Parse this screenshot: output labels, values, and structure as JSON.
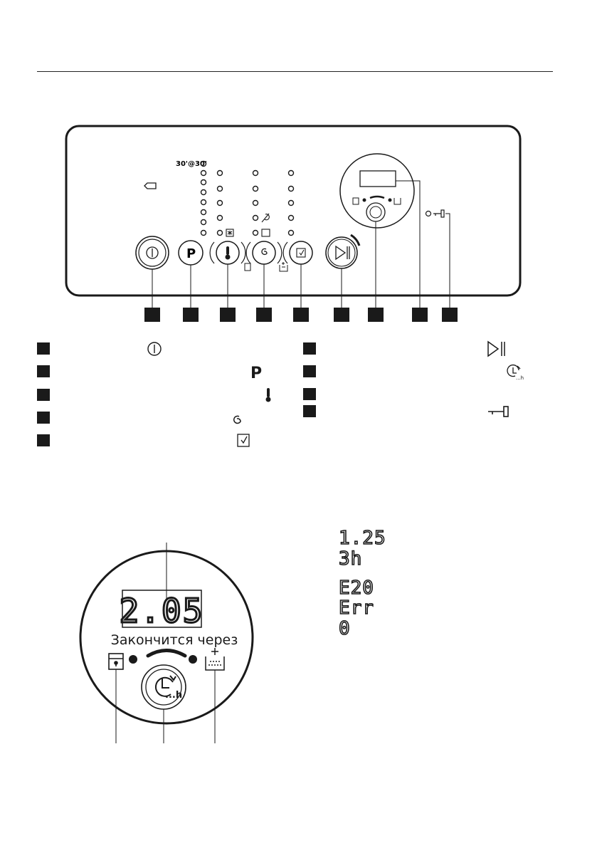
{
  "panel": {
    "preset_label": "30'@30'",
    "callout_numbers": [
      "",
      "",
      "",
      "",
      "",
      "",
      "",
      "",
      ""
    ]
  },
  "legend": {
    "left": [
      {
        "n": "",
        "icon": "power-icon"
      },
      {
        "n": "",
        "icon": "program-p-icon"
      },
      {
        "n": "",
        "icon": "thermometer-icon"
      },
      {
        "n": "",
        "icon": "spin-icon"
      },
      {
        "n": "",
        "icon": "options-icon"
      }
    ],
    "right": [
      {
        "n": "",
        "icon": "start-pause-icon"
      },
      {
        "n": "",
        "icon": "delay-timer-icon"
      },
      {
        "n": "",
        "icon": ""
      },
      {
        "n": "",
        "icon": "key-lock-icon"
      }
    ]
  },
  "display_detail": {
    "digits": "2.05",
    "ends_label": "Закончится через"
  },
  "codes": {
    "group1": [
      "1.25",
      "3h"
    ],
    "group2": [
      "E20",
      "Err",
      "0"
    ]
  },
  "colors": {
    "ink": "#1a1a1a",
    "badge": "#1a1a1a"
  }
}
